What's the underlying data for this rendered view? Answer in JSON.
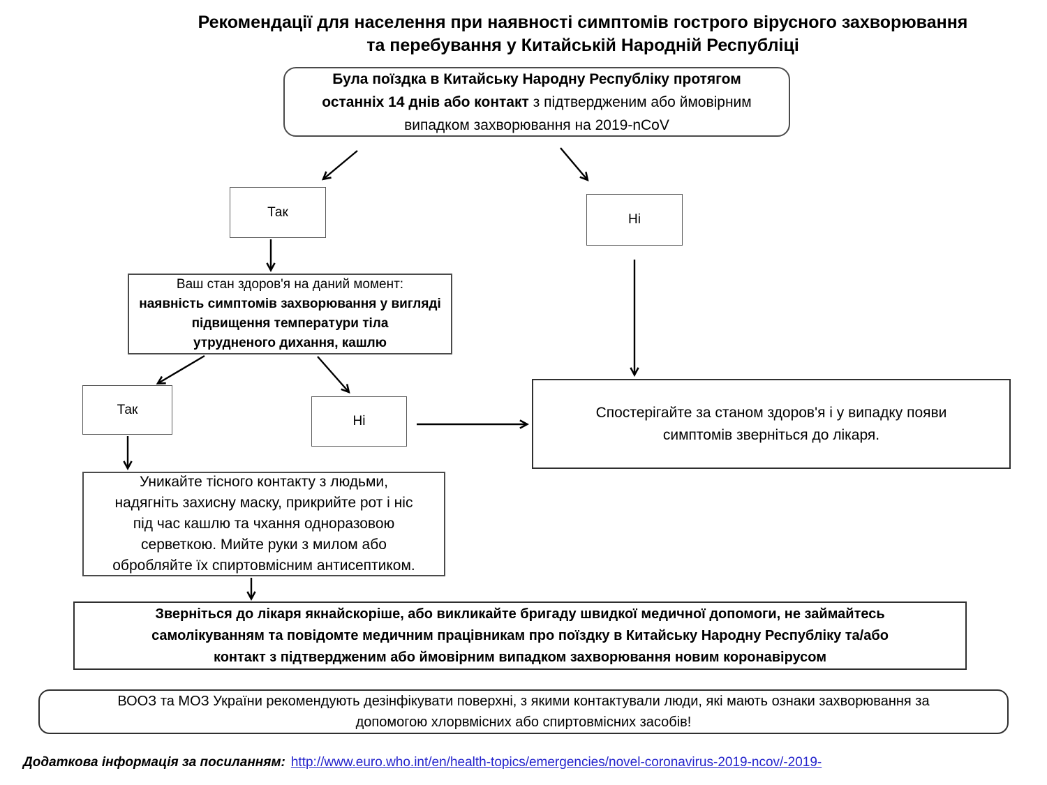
{
  "title": {
    "lines": [
      "Рекомендації для населення при наявності симптомів гострого вірусного захворювання",
      "та перебування у Китайській Народній Республіці"
    ]
  },
  "nodes": {
    "start": {
      "bold_lines": [
        "Була поїздка в Китайську Народну Республіку  протягом",
        "останніх 14 днів або контакт "
      ],
      "regular_lines": [
        "з підтвердженим або ймовірним",
        "випадком захворювання  на 2019-nCoV"
      ]
    },
    "yes1": "Так",
    "no1": "Ні",
    "health_state": {
      "regular_line": "Ваш стан здоров'я на даний момент:",
      "bold_lines": [
        "наявність симптомів захворювання у вигляді",
        "підвищення температури тіла",
        "утрудненого дихання, кашлю"
      ]
    },
    "yes2": "Так",
    "no2": "Ні",
    "observe": {
      "lines": [
        "Спостерігайте за станом здоров'я і у випадку появи",
        "симптомів зверніться до лікаря."
      ]
    },
    "avoid": {
      "lines": [
        "Уникайте тісного контакту з людьми,",
        "надягніть захисну  маску, прикрийте рот і ніс",
        "під час кашлю та чхання одноразовою",
        "серветкою. Мийте руки з милом або",
        "обробляйте їх спиртовмісним антисептиком."
      ]
    },
    "doctor": {
      "lines": [
        "Зверніться до лікаря якнайскоріше, або викликайте бригаду швидкої медичної допомоги, не займайтесь",
        "самолікуванням та повідомте медичним працівникам про поїздку в Китайську Народну Республіку та/або",
        "контакт з підтвердженим або ймовірним випадком  захворювання новим коронавірусом"
      ]
    },
    "who": {
      "lines": [
        "ВООЗ та МОЗ України рекомендують дезінфікувати поверхні, з якими контактували люди, які мають ознаки захворювання за",
        "допомогою хлорвмісних або спиртовмісних засобів!"
      ]
    }
  },
  "footer": {
    "label": "Додаткова інформація за посиланням:",
    "link": "http://www.euro.who.int/en/health-topics/emergencies/novel-coronavirus-2019-ncov/-2019-"
  },
  "colors": {
    "link_blue": "#2222CC",
    "box_border": "#4a4a4a",
    "text": "#000000",
    "background": "#ffffff"
  }
}
